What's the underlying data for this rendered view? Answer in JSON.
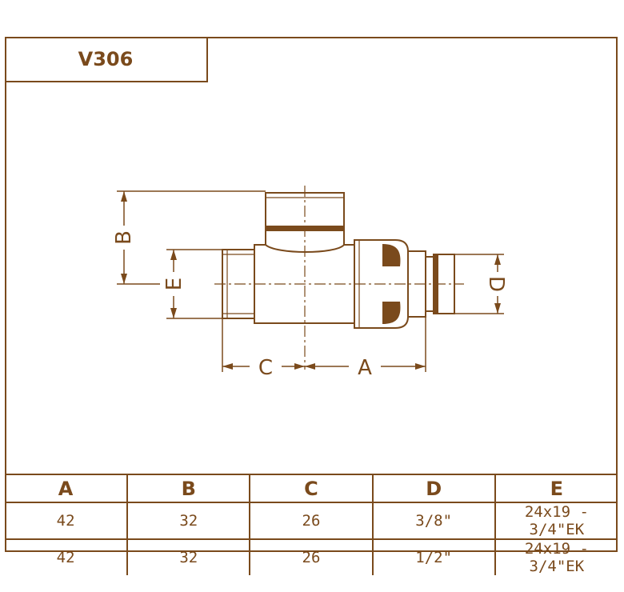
{
  "title": "V306",
  "labels": {
    "A": "A",
    "B": "B",
    "C": "C",
    "D": "D",
    "E": "E"
  },
  "table": {
    "headers": [
      "A",
      "B",
      "C",
      "D",
      "E"
    ],
    "rows": [
      [
        "42",
        "32",
        "26",
        "3/8\"",
        "24x19 - 3/4\"EK"
      ],
      [
        "42",
        "32",
        "26",
        "1/2\"",
        "24x19 - 3/4\"EK"
      ]
    ]
  },
  "colors": {
    "line": "#7a4a1c",
    "background": "#ffffff"
  }
}
